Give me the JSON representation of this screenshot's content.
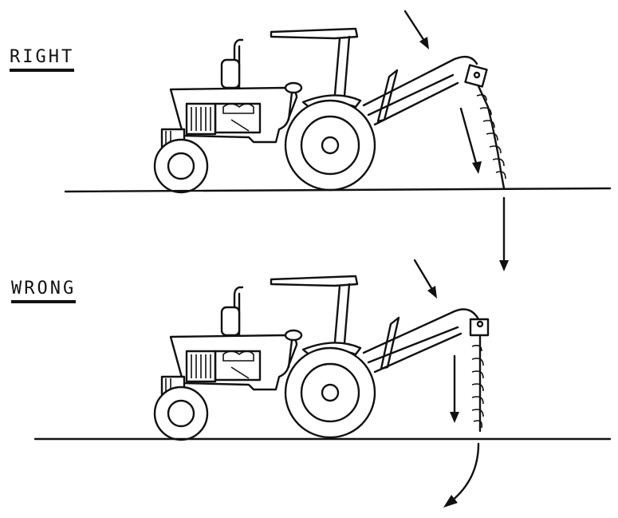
{
  "panels": [
    {
      "label": "RIGHT",
      "description": "Tractor-mounted post hole auger boring with auger tilted, correct digging angle"
    },
    {
      "label": "WRONG",
      "description": "Tractor-mounted post hole auger boring vertically, auger tip swinging under"
    }
  ],
  "colors": {
    "ink": "#111111",
    "background": "#ffffff"
  }
}
